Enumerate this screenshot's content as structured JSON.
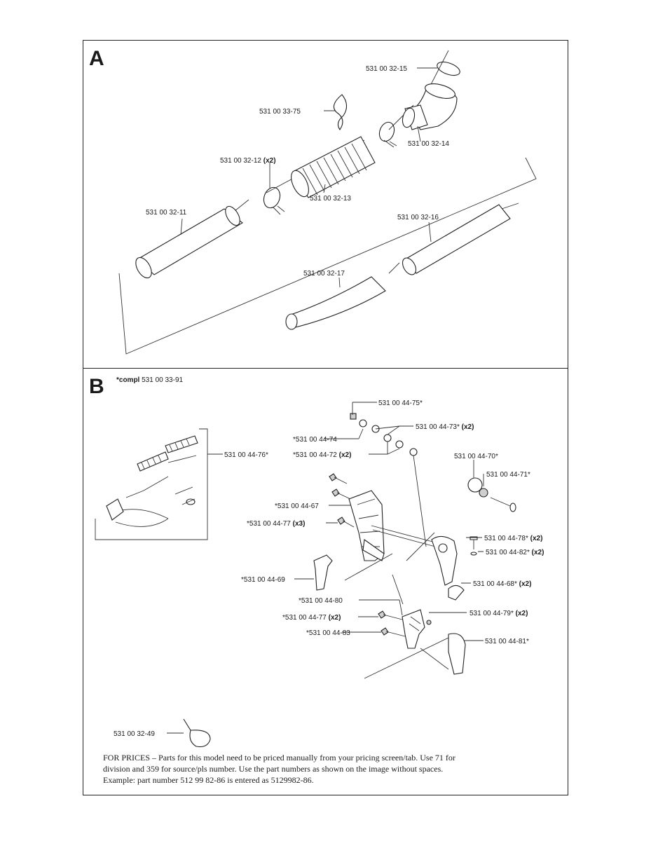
{
  "section_a": {
    "letter": "A",
    "labels": {
      "p15": "531 00 32-15",
      "p75": "531 00 33-75",
      "p14": "531 00 32-14",
      "p12": "531 00 32-12",
      "p12q": "(x2)",
      "p13": "531 00 32-13",
      "p11": "531 00 32-11",
      "p16": "531 00 32-16",
      "p17": "531 00 32-17"
    }
  },
  "section_b": {
    "letter": "B",
    "compl_label": "*compl",
    "compl_number": "531 00 33-91",
    "labels": {
      "p75": "531 00 44-75*",
      "p73": "531 00 44-73*",
      "p73q": "(x2)",
      "p74": "*531 00 44-74",
      "p72": "*531 00 44-72",
      "p72q": "(x2)",
      "p76": "531 00 44-76*",
      "p70": "531 00 44-70*",
      "p71": "531 00 44-71*",
      "p67": "*531 00 44-67",
      "p77a": "*531 00 44-77",
      "p77aq": "(x3)",
      "p78": "531 00 44-78*",
      "p78q": "(x2)",
      "p82": "531 00 44-82*",
      "p82q": "(x2)",
      "p69": "*531 00 44-69",
      "p68": "531 00 44-68*",
      "p68q": "(x2)",
      "p80": "*531 00 44-80",
      "p77b": "*531 00 44-77",
      "p77bq": "(x2)",
      "p79": "531 00 44-79*",
      "p79q": "(x2)",
      "p83": "*531 00 44-83",
      "p81": "531 00 44-81*",
      "p49": "531 00 32-49"
    }
  },
  "note": {
    "line1": "FOR PRICES – Parts for this model need to be priced manually from your pricing screen/tab.  Use 71 for",
    "line2": "division and 359 for source/pls number.  Use the part numbers as shown on the image without spaces.",
    "line3": "Example: part number 512 99 82-86 is entered as 5129982-86."
  }
}
